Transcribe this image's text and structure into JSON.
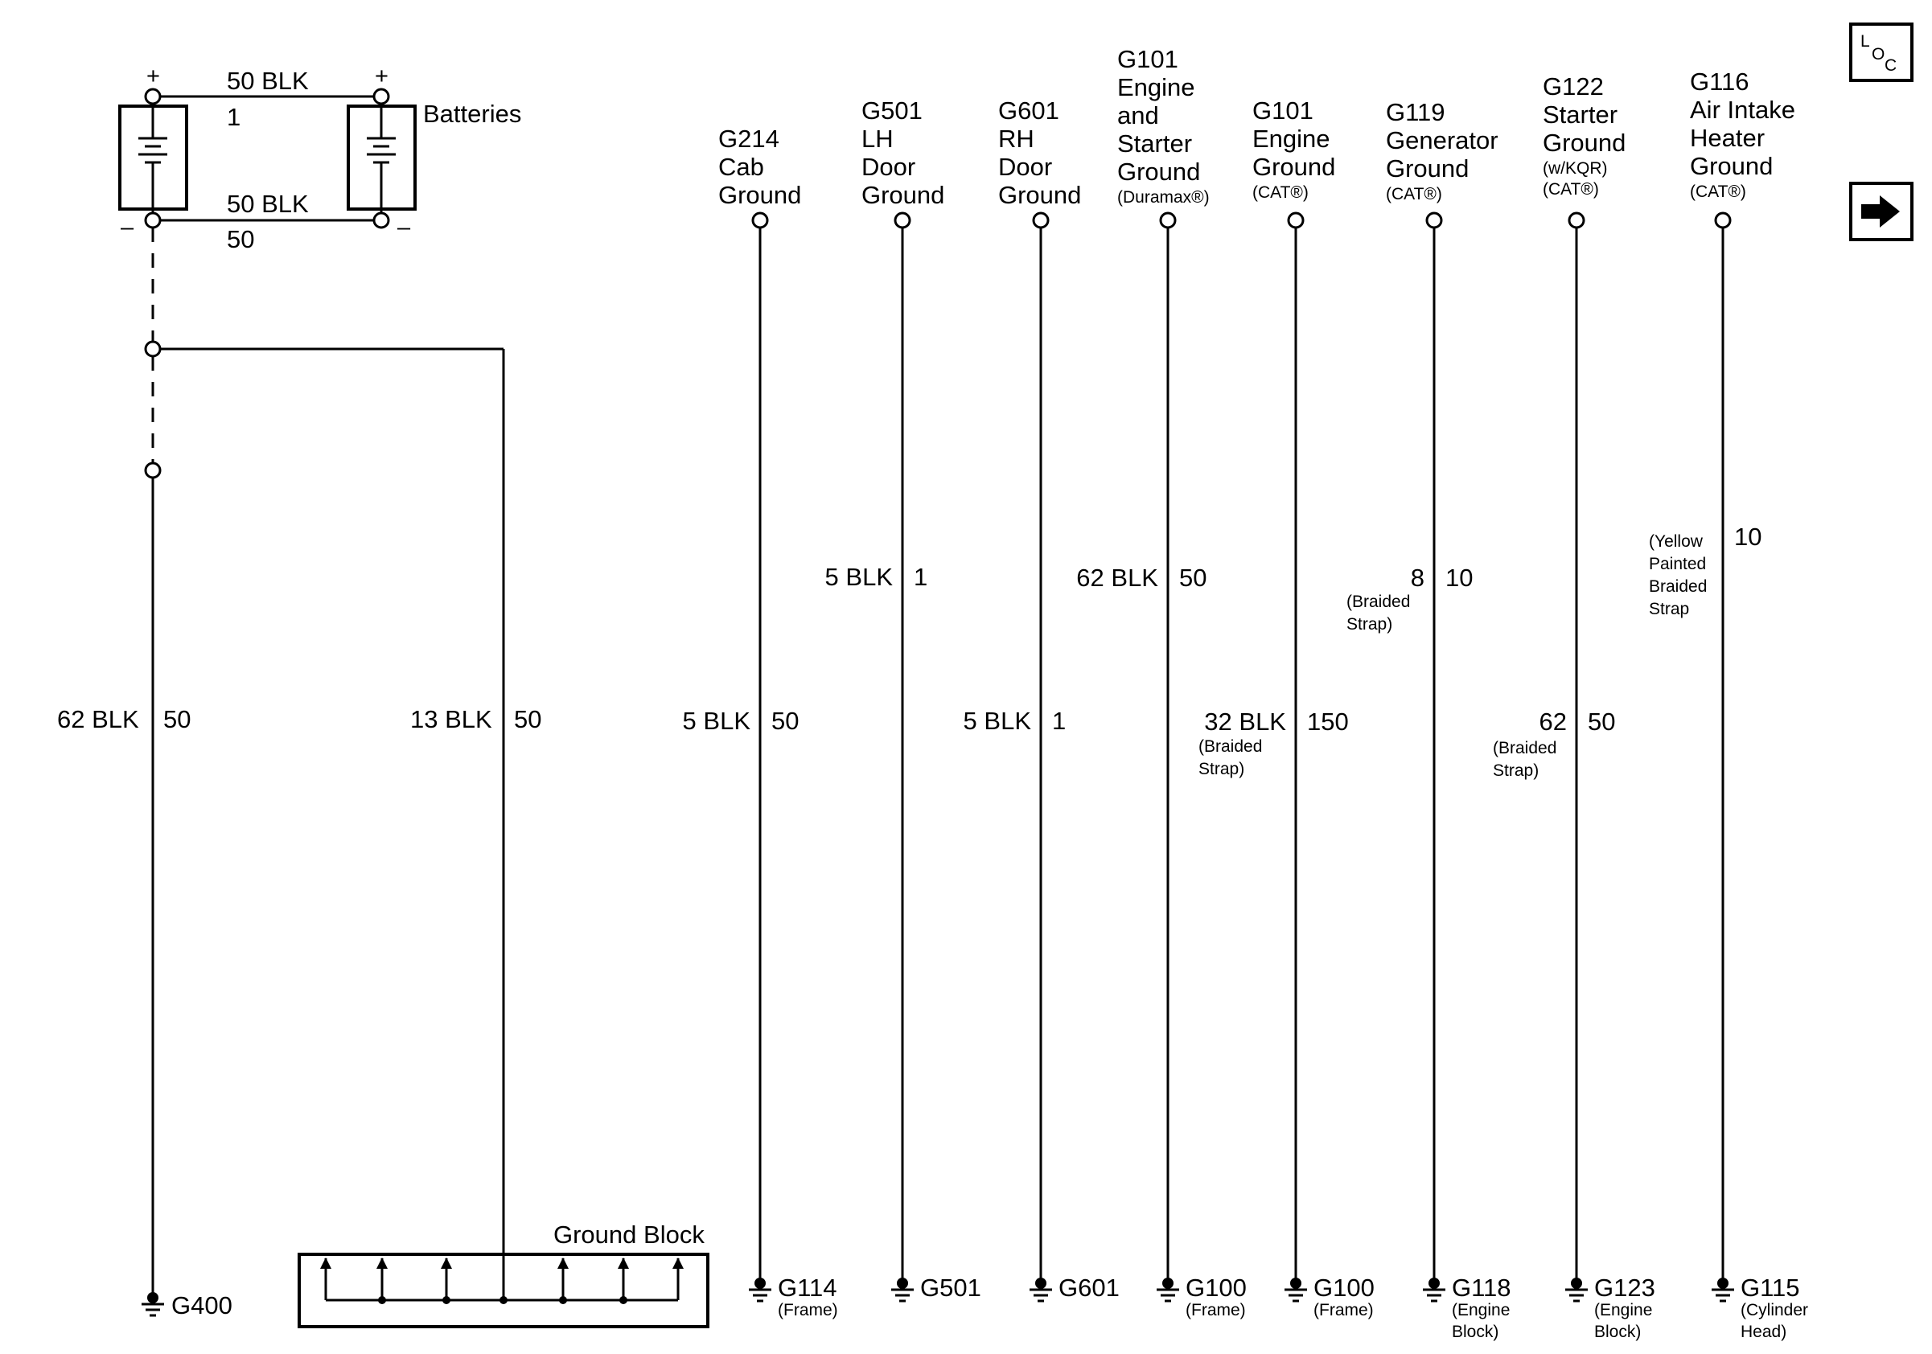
{
  "batteries": {
    "label": "Batteries",
    "plus_sign": "+",
    "minus_sign": "–",
    "top_wire": {
      "label": "50 BLK",
      "circuit": "1"
    },
    "bottom_wire": {
      "label": "50 BLK",
      "circuit": "50"
    }
  },
  "feeds": {
    "left": {
      "label": "62 BLK",
      "circuit": "50",
      "ground": "G400"
    },
    "ground_block": {
      "label": "Ground Block",
      "wire_label": "13 BLK",
      "circuit": "50"
    }
  },
  "grounds": [
    {
      "id": "g214",
      "title": [
        "G214",
        "Cab",
        "Ground"
      ],
      "small": "",
      "wire": "5 BLK",
      "circuit": "50",
      "wire_note": [],
      "bottom": "G114",
      "bottom_note": [
        "(Frame)"
      ]
    },
    {
      "id": "g501",
      "title": [
        "G501",
        "LH",
        "Door",
        "Ground"
      ],
      "small": "",
      "wire": "5 BLK",
      "circuit": "1",
      "wire_note": [],
      "bottom": "G501",
      "bottom_note": []
    },
    {
      "id": "g601",
      "title": [
        "G601",
        "RH",
        "Door",
        "Ground"
      ],
      "small": "",
      "wire": "5 BLK",
      "circuit": "1",
      "wire_note": [],
      "bottom": "G601",
      "bottom_note": []
    },
    {
      "id": "g101a",
      "title": [
        "G101",
        "Engine",
        "and",
        "Starter",
        "Ground"
      ],
      "small": "(Duramax®)",
      "wire": "62 BLK",
      "circuit": "50",
      "wire_note": [],
      "bottom": "G100",
      "bottom_note": [
        "(Frame)"
      ]
    },
    {
      "id": "g101b",
      "title": [
        "G101",
        "Engine",
        "Ground"
      ],
      "small": "(CAT®)",
      "wire": "32 BLK",
      "circuit": "150",
      "wire_note": [
        "(Braided",
        "Strap)"
      ],
      "bottom": "G100",
      "bottom_note": [
        "(Frame)"
      ]
    },
    {
      "id": "g119",
      "title": [
        "G119",
        "Generator",
        "Ground"
      ],
      "small": "(CAT®)",
      "wire": "8",
      "circuit": "10",
      "wire_note": [
        "(Braided",
        "Strap)"
      ],
      "bottom": "G118",
      "bottom_note": [
        "(Engine",
        "Block)"
      ]
    },
    {
      "id": "g122",
      "title": [
        "G122",
        "Starter",
        "Ground"
      ],
      "small": "(w/KQR)|(CAT®)",
      "wire": "62",
      "circuit": "50",
      "wire_note": [
        "(Braided",
        "Strap)"
      ],
      "bottom": "G123",
      "bottom_note": [
        "(Engine",
        "Block)"
      ]
    },
    {
      "id": "g116",
      "title": [
        "G116",
        "Air Intake",
        "Heater",
        "Ground"
      ],
      "small": "(CAT®)",
      "wire": "",
      "circuit": "10",
      "wire_note": [
        "(Yellow",
        "Painted",
        "Braided",
        "Strap"
      ],
      "bottom": "G115",
      "bottom_note": [
        "(Cylinder",
        "Head)"
      ]
    }
  ],
  "nav": {
    "loc_letters": [
      "L",
      "O",
      "C"
    ],
    "next_icon": "arrow-right-icon"
  }
}
